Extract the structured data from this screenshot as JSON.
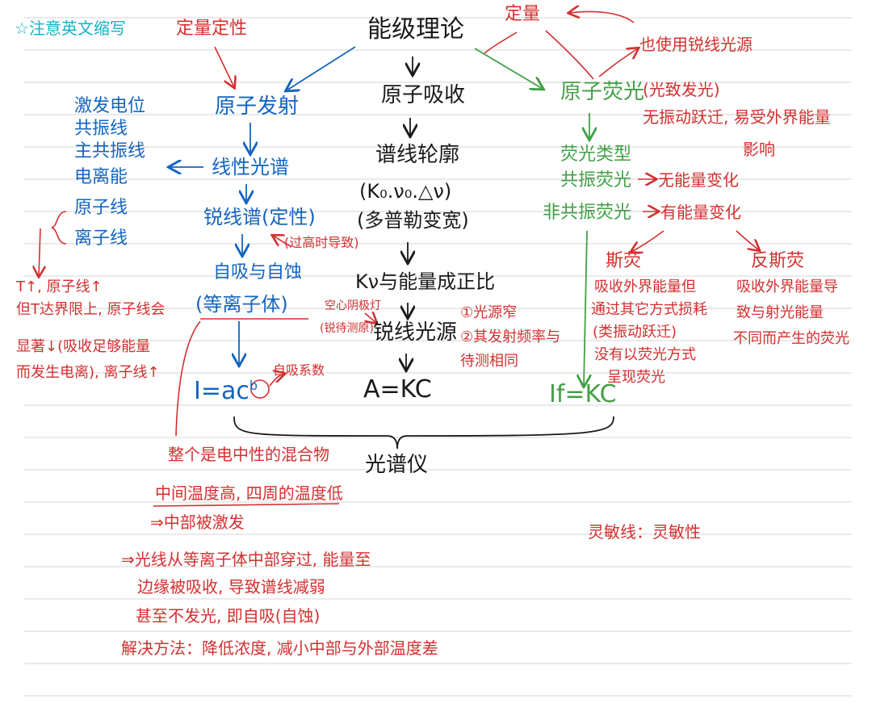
{
  "colors": {
    "black": "#1a1a1a",
    "blue": "#1565c0",
    "red": "#d32f2f",
    "green": "#43a047",
    "cyan": "#10b3c7",
    "rule": "#cfcfcf"
  },
  "legend": "☆注意英文缩写",
  "center": {
    "title": "能级理论",
    "absorb": "原子吸收",
    "profile": "谱线轮廓",
    "params": "(K₀.ν₀.△ν)",
    "doppler": "(多普勒变宽)",
    "kv": "Kν与能量成正比",
    "sharp_source": "锐线光源",
    "formula": "A=KC",
    "instrument": "光谱仪"
  },
  "left": {
    "qual_quant": "定量定性",
    "emission": "原子发射",
    "line_spectrum": "线性光谱",
    "sharp_spectrum": "锐线谱(定性)",
    "sharp_note": "(过高时导致)",
    "self_absorb": "自吸与自蚀",
    "plasma": "(等离子体)",
    "formula": "I=ac",
    "formula_b": "b",
    "b_note": "自吸系数",
    "types": [
      "激发电位",
      "共振线",
      "主共振线",
      "电离能",
      "原子线",
      "离子线"
    ],
    "temp_note": [
      "T↑, 原子线↑",
      "但T达界限上, 原子线会",
      "显著↓(吸收足够能量",
      "而发生电离), 离子线↑"
    ]
  },
  "middle_notes": {
    "hollow": [
      "空心阴极灯",
      "(锐待测原)"
    ],
    "conditions": [
      "①光源窄",
      "②其发射频率与",
      "待测相同"
    ]
  },
  "right": {
    "quant": "定量",
    "also_sharp": "也使用锐线光源",
    "fluorescence": "原子荧光",
    "fluor_note": "(光致发光)",
    "no_vibration": [
      "无振动跃迁, 易受外界能量",
      "影响"
    ],
    "types": "荧光类型",
    "resonance": "共振荧光",
    "no_energy_change": "无能量变化",
    "nonresonance": "非共振荧光",
    "energy_change": "有能量变化",
    "stokes": "斯荧",
    "stokes_desc": [
      "吸收外界能量但",
      "通过其它方式损耗",
      "(类振动跃迁)",
      "没有以荧光方式",
      "呈现荧光"
    ],
    "antistokes": "反斯荧",
    "antistokes_desc": [
      "吸收外界能量导",
      "致与射光能量",
      "不同而产生的荧光"
    ],
    "formula": "If=KC",
    "sensitive": "灵敏线：灵敏性"
  },
  "bottom": {
    "lines": [
      "整个是电中性的混合物",
      "中间温度高, 四周的温度低",
      "⇒中部被激发",
      "⇒光线从等离子体中部穿过, 能量至",
      "边缘被吸收, 导致谱线减弱",
      "甚至不发光, 即自吸(自蚀)",
      "解决方法：降低浓度, 减小中部与外部温度差"
    ]
  }
}
